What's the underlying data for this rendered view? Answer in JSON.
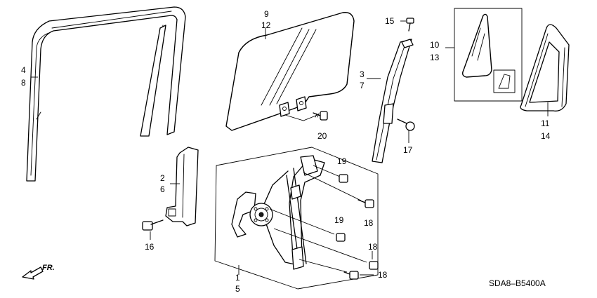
{
  "diagram": {
    "part_labels": {
      "l4": "4",
      "l8": "8",
      "l9": "9",
      "l12": "12",
      "l15": "15",
      "l3": "3",
      "l7": "7",
      "l10": "10",
      "l13": "13",
      "l11": "11",
      "l14": "14",
      "l20": "20",
      "l17": "17",
      "l2": "2",
      "l6": "6",
      "l19a": "19",
      "l18a": "18",
      "l19b": "19",
      "l18b": "18",
      "l18c": "18",
      "l16": "16",
      "l1": "1",
      "l5": "5"
    },
    "front_indicator": "FR.",
    "diagram_code": "SDA8–B5400A"
  }
}
